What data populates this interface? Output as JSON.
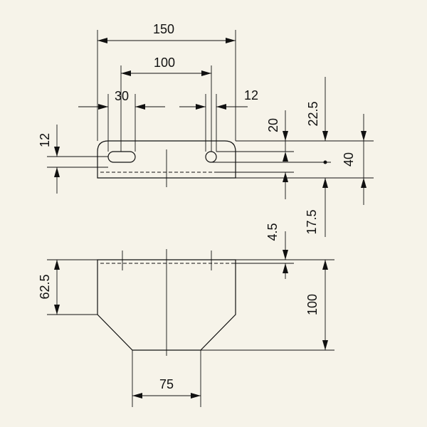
{
  "drawing": {
    "background": "#f6f3e9",
    "line_color": "#111111",
    "dimensions": {
      "top_width": "150",
      "hole_spacing": "100",
      "slot_length": "30",
      "slot_width": "12",
      "side_slot": "12",
      "top_offset": "20",
      "right_upper": "22.5",
      "right_total": "40",
      "right_lower": "17.5",
      "thickness": "4.5",
      "left_height": "62.5",
      "total_height": "100",
      "bottom_width": "75"
    }
  }
}
